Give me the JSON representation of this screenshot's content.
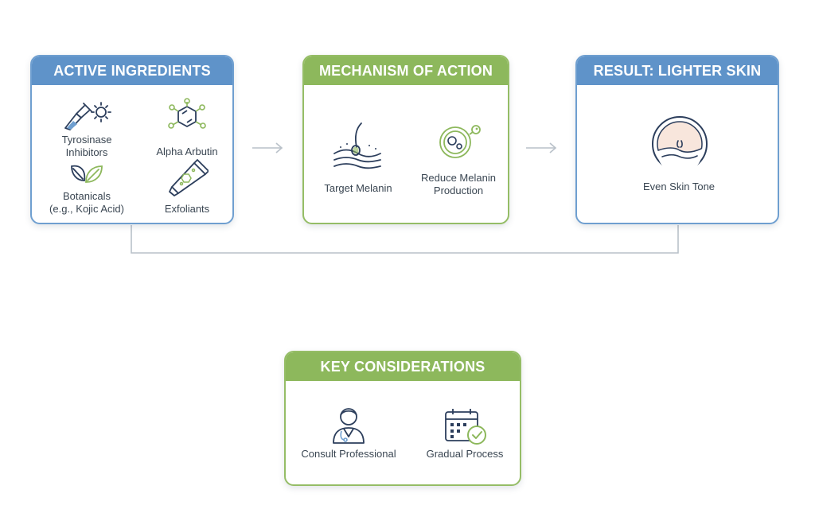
{
  "active": {
    "title": "ACTIVE INGREDIENTS",
    "items": [
      {
        "label": "Tyrosinase\nInhibitors",
        "icon": "dropper-sun-icon"
      },
      {
        "label": "Alpha Arbutin",
        "icon": "molecule-icon"
      },
      {
        "label": "Botanicals\n(e.g., Kojic Acid)",
        "icon": "leaves-icon"
      },
      {
        "label": "Exfoliants",
        "icon": "tube-icon"
      }
    ]
  },
  "mechanism": {
    "title": "MECHANISM OF ACTION",
    "items": [
      {
        "label": "Target Melanin",
        "icon": "skin-layer-icon"
      },
      {
        "label": "Reduce Melanin\nProduction",
        "icon": "cell-icon"
      }
    ]
  },
  "result": {
    "title": "RESULT: LIGHTER SKIN",
    "items": [
      {
        "label": "Even Skin Tone",
        "icon": "skin-circle-icon"
      }
    ]
  },
  "considerations": {
    "title": "KEY CONSIDERATIONS",
    "items": [
      {
        "label": "Consult Professional",
        "icon": "doctor-icon"
      },
      {
        "label": "Gradual Process",
        "icon": "calendar-check-icon"
      }
    ]
  },
  "colors": {
    "blue_accent": "#5f93c9",
    "green_accent": "#8db85c",
    "navy_icon": "#2c3e5c"
  }
}
